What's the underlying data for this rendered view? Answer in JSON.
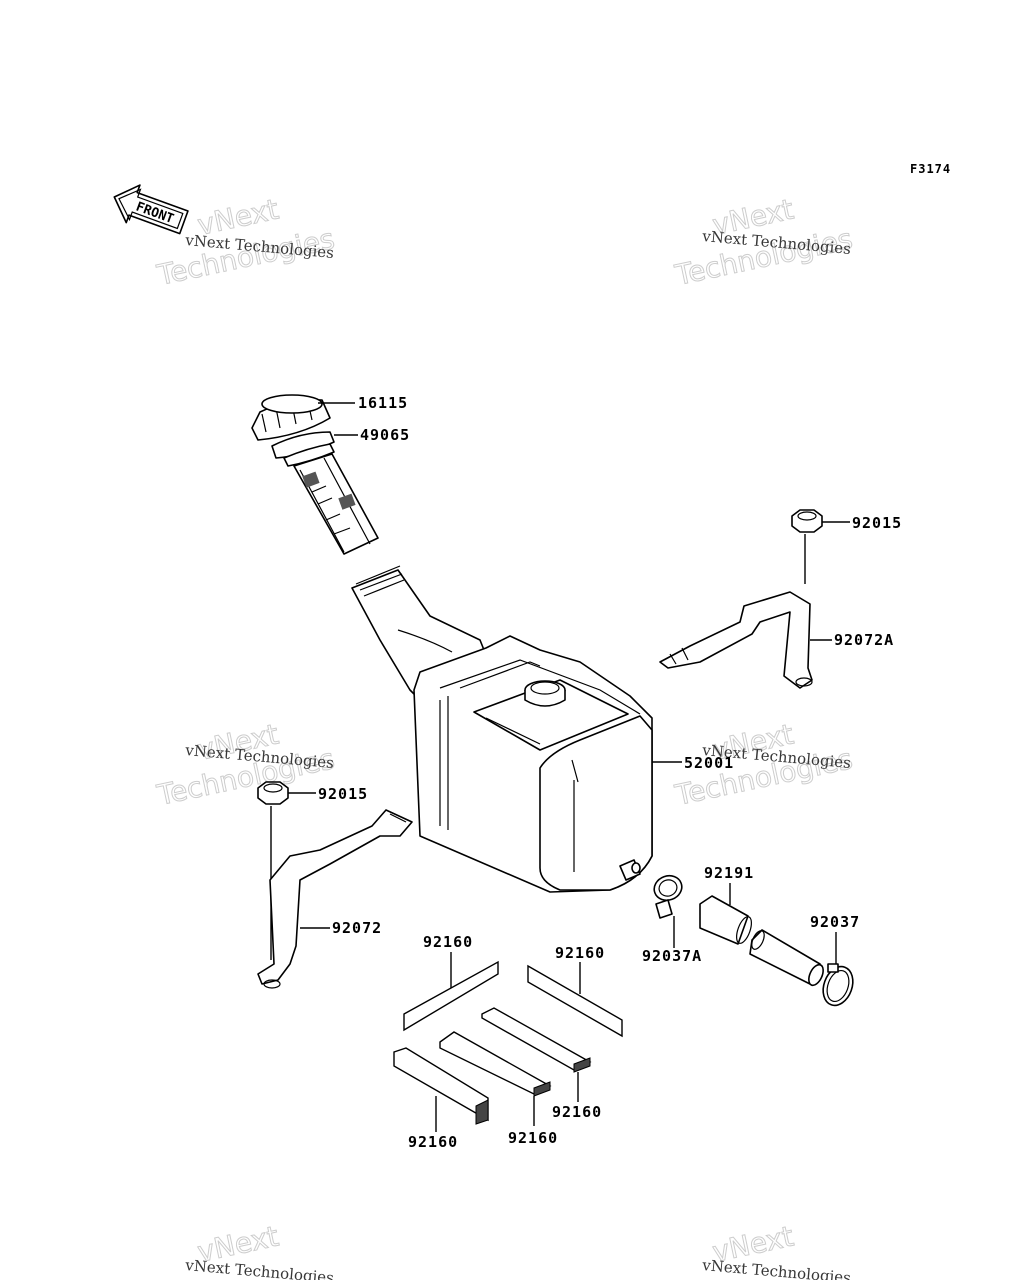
{
  "diagram_code": "F3174",
  "front_label": "FRONT",
  "watermark": {
    "line1": "vNext Technologies",
    "line2": "vNext",
    "line3": "Technologies"
  },
  "parts": {
    "cap": "16115",
    "cap_gasket": "49065",
    "nut_right": "92015",
    "bracket_right": "92072A",
    "tank": "52001",
    "nut_left": "92015",
    "bracket_left": "92072",
    "hose": "92191",
    "clamp_right": "92037",
    "clamp_left": "92037A",
    "pad_1": "92160",
    "pad_2": "92160",
    "pad_3": "92160",
    "pad_4": "92160",
    "pad_5": "92160"
  }
}
